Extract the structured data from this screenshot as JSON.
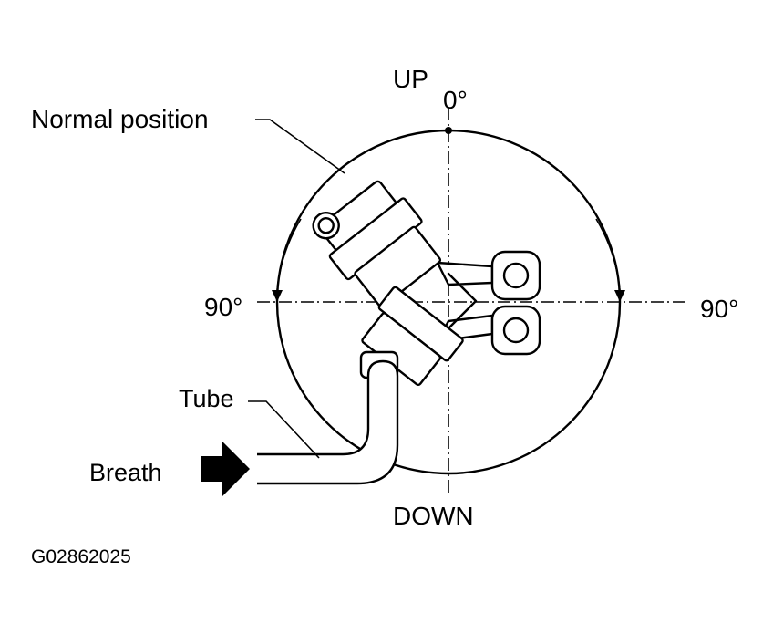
{
  "labels": {
    "up": "UP",
    "zero_deg": "0°",
    "down": "DOWN",
    "left_deg": "90°",
    "right_deg": "90°",
    "normal_position": "Normal position",
    "tube": "Tube",
    "breath": "Breath",
    "figure_code": "G02862025"
  },
  "icons": {
    "breath_arrow": "right-arrow-icon"
  },
  "colors": {
    "ink": "#000000",
    "background": "#ffffff"
  }
}
